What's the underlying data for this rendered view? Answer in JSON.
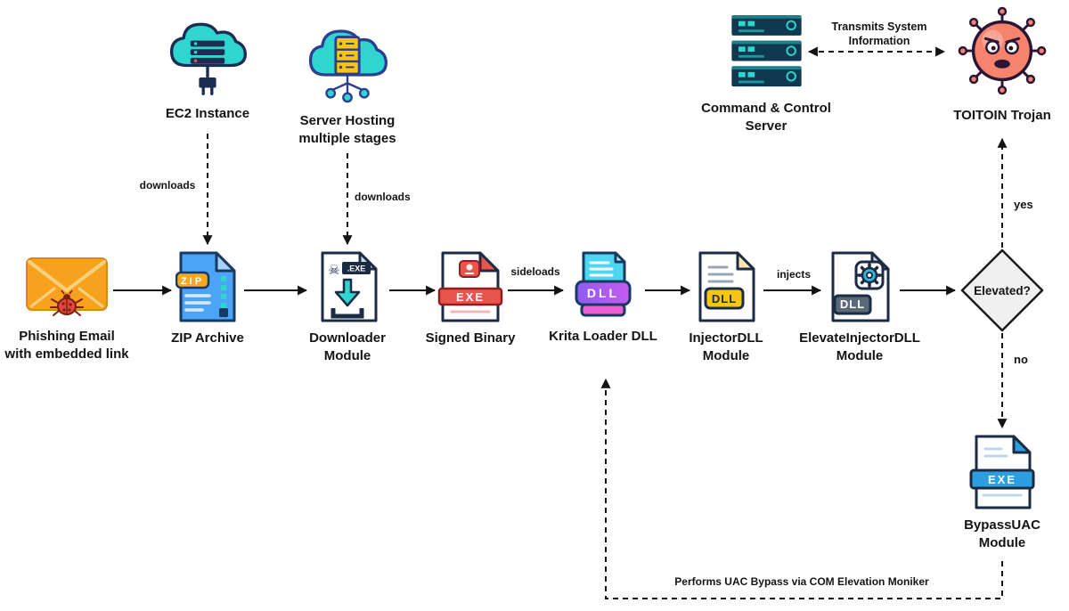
{
  "colors": {
    "teal": "#2fd5cf",
    "navy_outline": "#1c2d52",
    "envelope_orange": "#f6a21f",
    "bug_red": "#e2453c",
    "zip_file_blue": "#4da3f5",
    "zip_badge_orange": "#f9a825",
    "signed_red": "#e8554d",
    "krita_cyan": "#4dd7ee",
    "krita_purple": "#a55bf0",
    "krita_pink": "#ef5fd2",
    "dll_yellow": "#f9c513",
    "dll_gray": "#5b6878",
    "uac_blue": "#2b9fe0",
    "server_dark": "#0f3950",
    "trojan_red": "#f5836e",
    "arrow_black": "#141414",
    "diamond_fill": "#f0f0f0"
  },
  "icons": {
    "skull": "☠"
  },
  "nodes": {
    "ec2": {
      "label": "EC2 Instance"
    },
    "server_hosting": {
      "label1": "Server Hosting",
      "label2": "multiple stages"
    },
    "cnc": {
      "label1": "Command & Control",
      "label2": "Server"
    },
    "trojan": {
      "label": "TOITOIN Trojan"
    },
    "phishing": {
      "label1": "Phishing Email",
      "label2": "with embedded link"
    },
    "zip_archive": {
      "label": "ZIP Archive",
      "icon_text": "ZIP"
    },
    "downloader": {
      "label1": "Downloader",
      "label2": "Module",
      "icon_text": ".EXE"
    },
    "signed_binary": {
      "label": "Signed Binary",
      "icon_text": "EXE"
    },
    "krita_loader": {
      "label": "Krita Loader DLL",
      "icon_text": "DLL"
    },
    "injector_dll": {
      "label1": "InjectorDLL",
      "label2": "Module",
      "icon_text": "DLL"
    },
    "elevate_injector": {
      "label1": "ElevateInjectorDLL",
      "label2": "Module",
      "icon_text": "DLL"
    },
    "elevated": {
      "label": "Elevated?"
    },
    "bypass_uac": {
      "label1": "BypassUAC",
      "label2": "Module",
      "icon_text": "EXE"
    }
  },
  "edges": {
    "ec2_downloads": "downloads",
    "server_downloads": "downloads",
    "sideloads": "sideloads",
    "injects": "injects",
    "yes": "yes",
    "no": "no",
    "transmits1": "Transmits System",
    "transmits2": "Information",
    "uac_note": "Performs UAC Bypass via COM Elevation Moniker"
  }
}
